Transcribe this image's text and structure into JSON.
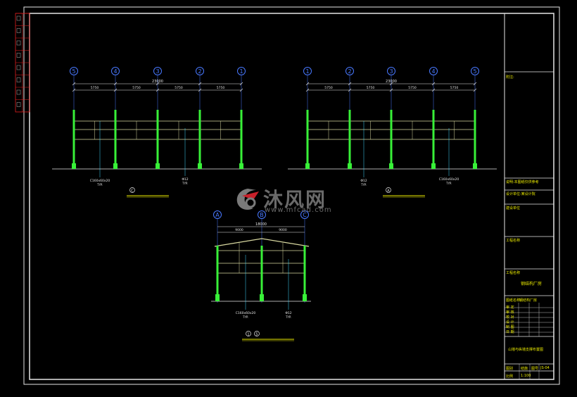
{
  "elevations": [
    {
      "axes": [
        "5",
        "4",
        "3",
        "2",
        "1"
      ],
      "total": "23000",
      "spans": [
        "5750",
        "5750",
        "5750",
        "5750"
      ],
      "section_mark": "C",
      "note_left": "C160x60x20",
      "note_left2": "TYP.",
      "note_right": "Φ12",
      "note_right2": "TYP."
    },
    {
      "axes": [
        "1",
        "2",
        "3",
        "4",
        "5"
      ],
      "total": "23000",
      "spans": [
        "5750",
        "5750",
        "5750",
        "5750"
      ],
      "section_mark": "A",
      "note_left": "Φ12",
      "note_left2": "TYP.",
      "note_right": "C160x60x20",
      "note_right2": "TYP."
    },
    {
      "axes": [
        "A",
        "B",
        "C"
      ],
      "total": "18000",
      "spans": [
        "9000",
        "9000"
      ],
      "section_mark_1": "1",
      "section_mark_2": "5",
      "note_left": "C160x60x20",
      "note_left2": "TYP.",
      "note_right": "Φ12",
      "note_right2": "TYP."
    }
  ],
  "watermark": {
    "title": "沐风网",
    "url": "www.mfcad.com"
  },
  "title_block": {
    "notes": "附注:",
    "row1": "说明:本图纸仅供参考",
    "row2": "设计单位:某设计院",
    "row3": "建设单位",
    "row4": "工程名称",
    "project_label": "工程名称",
    "project_name": "钢结构厂房",
    "drawing_no_label": "图纸名称:",
    "drawing_name": "钢结构厂房",
    "roles": [
      "审 定",
      "审 核",
      "校 对",
      "设 计",
      "制 图",
      "日 期"
    ],
    "drawing_title": "山墙与纵墙支撑布置图",
    "footer": [
      "图别",
      "结施",
      "图号",
      "JS-04",
      "比例",
      "1:100"
    ]
  }
}
